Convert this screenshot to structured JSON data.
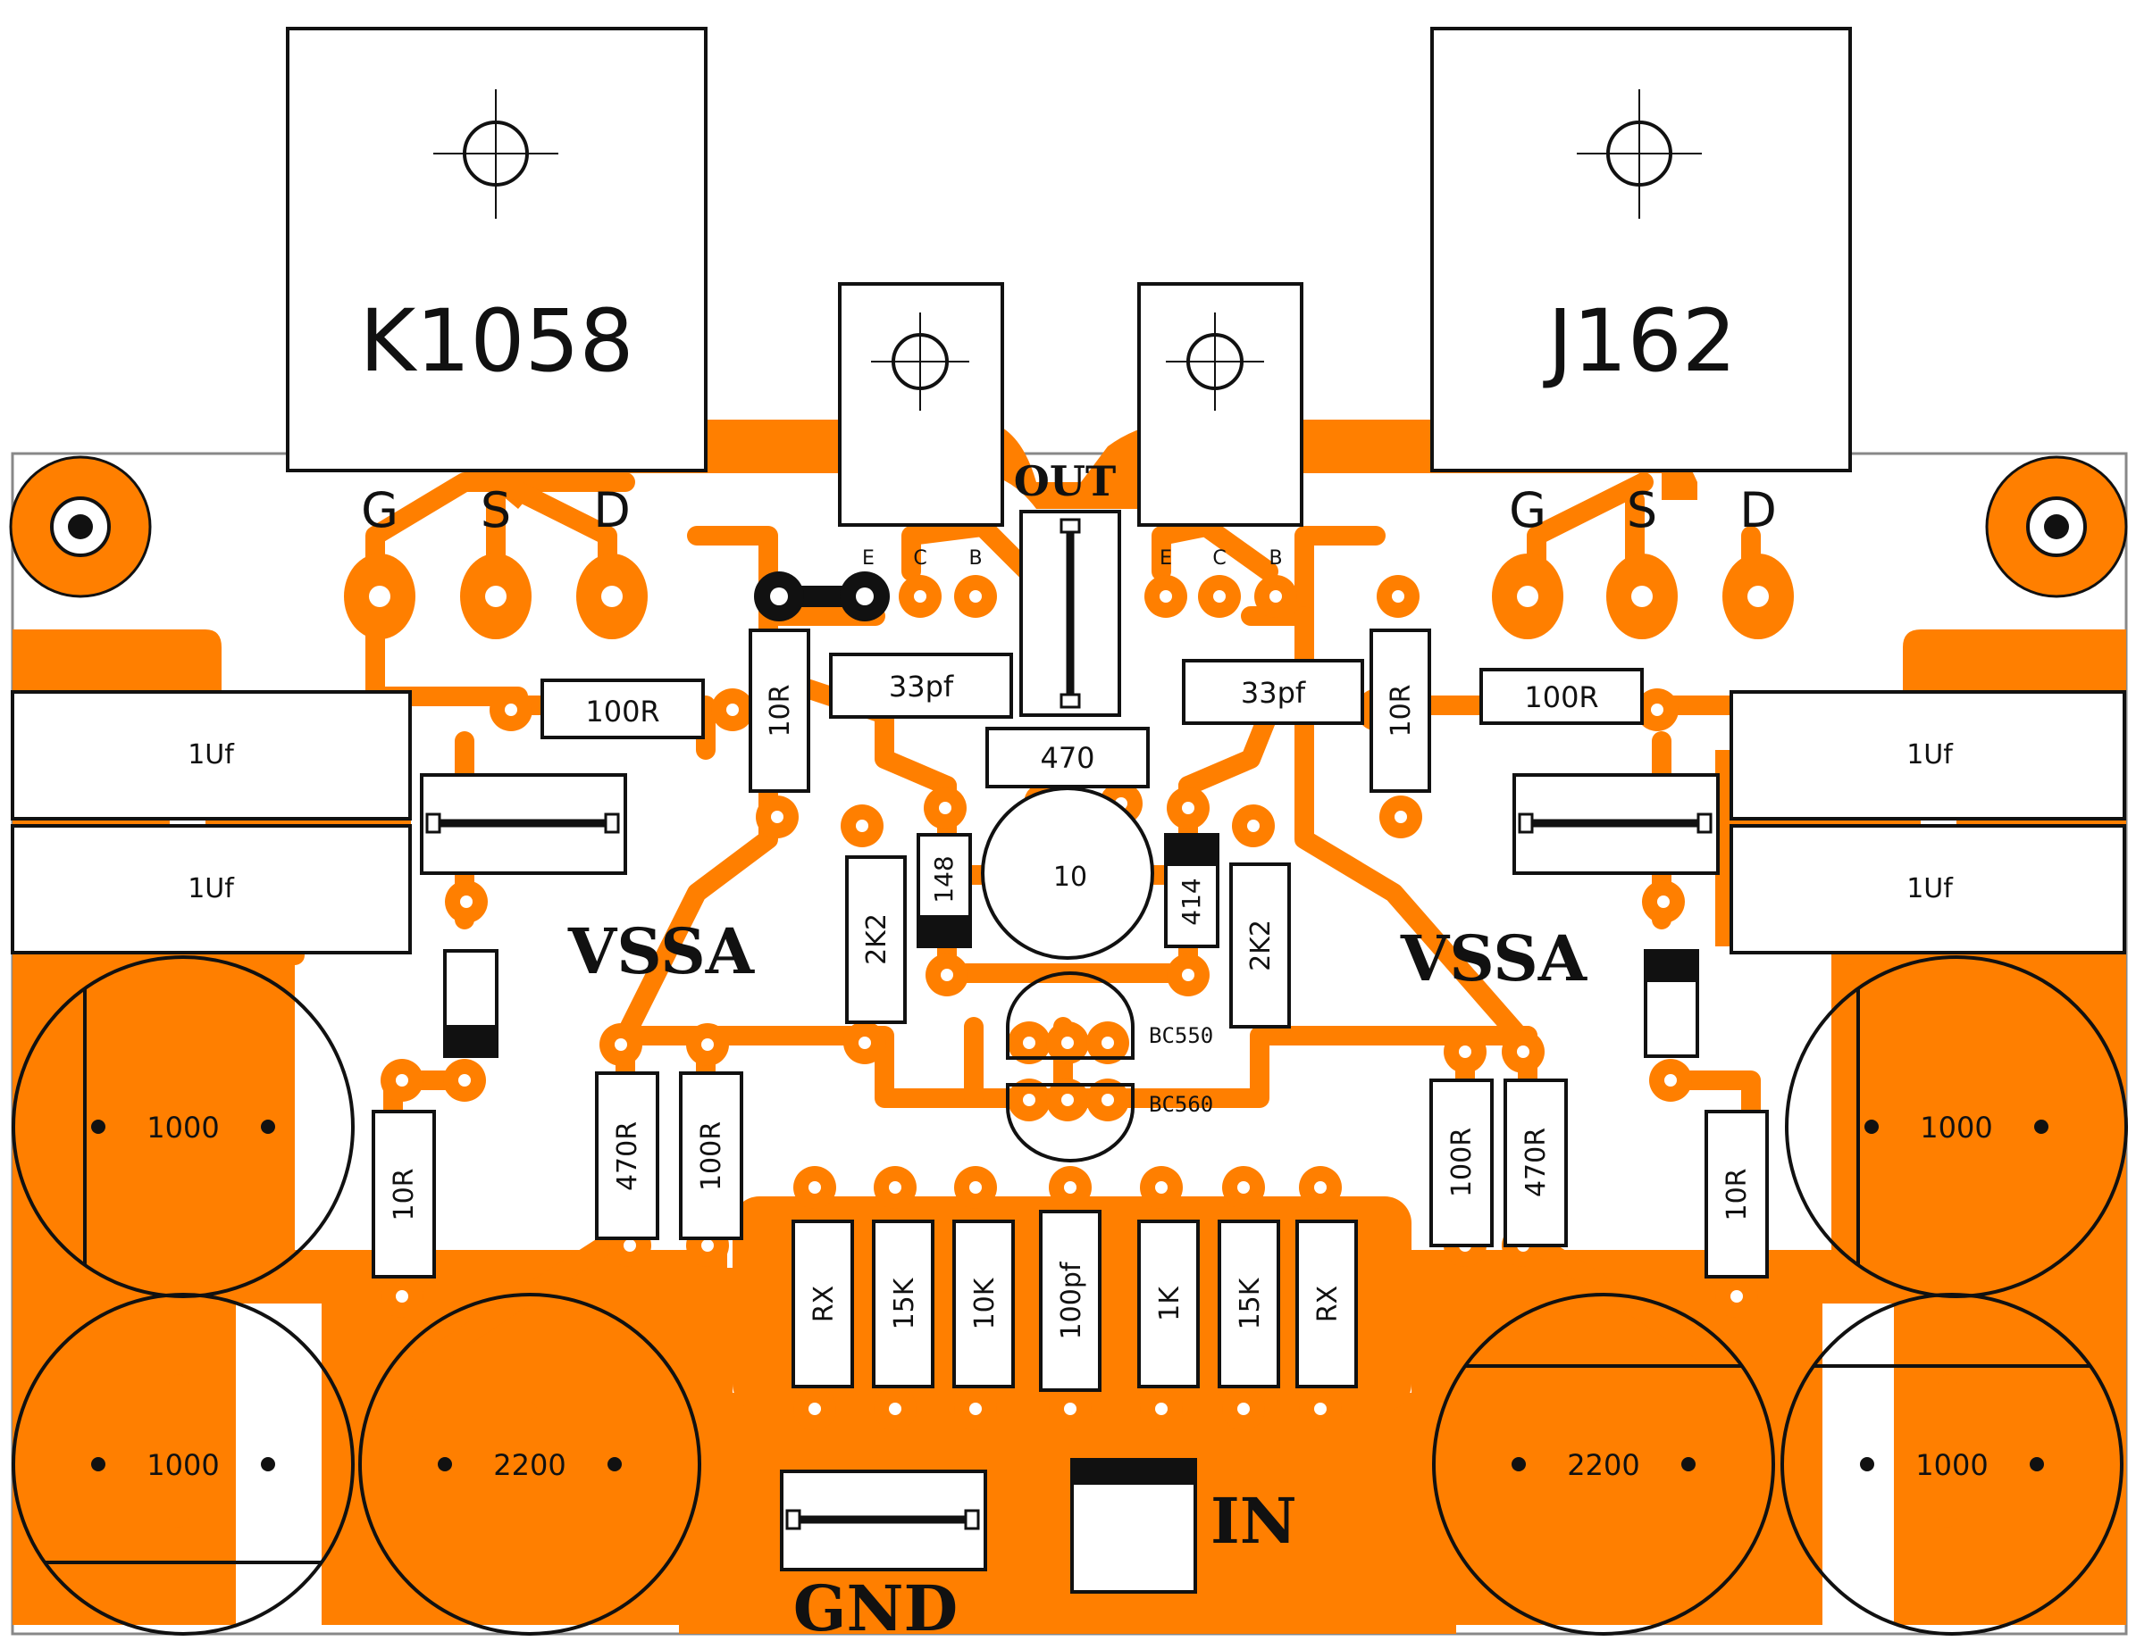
{
  "colors": {
    "copper": "#ff7f00",
    "board": "#ffffff",
    "silk": "#111111"
  },
  "mosfets": [
    {
      "part": "K1058",
      "pins": [
        "G",
        "S",
        "D"
      ]
    },
    {
      "part": "J162",
      "pins": [
        "G",
        "S",
        "D"
      ]
    }
  ],
  "transistor_pins": [
    {
      "pins": [
        "E",
        "C",
        "B"
      ]
    },
    {
      "pins": [
        "E",
        "C",
        "B"
      ]
    }
  ],
  "labels": {
    "out": "OUT",
    "gnd": "GND",
    "in": "IN",
    "brand_left": "VSSA",
    "brand_right": "VSSA",
    "q_upper": "BC550",
    "q_lower": "BC560"
  },
  "components": {
    "r_gate_left": "100R",
    "r_gate_right": "100R",
    "r_10_left_top": "10R",
    "r_10_right_top": "10R",
    "c_33_left": "33pf",
    "c_33_right": "33pf",
    "r_470_top": "470",
    "trim_10": "10",
    "d_148": "148",
    "d_414": "414",
    "r_2k2_left": "2K2",
    "r_2k2_right": "2K2",
    "c_1uf": [
      "1Uf",
      "1Uf",
      "1Uf",
      "1Uf"
    ],
    "r_470r_left": "470R",
    "r_100r_left": "100R",
    "r_100r_right": "100R",
    "r_470r_right": "470R",
    "r_10r_left": "10R",
    "r_10r_right": "10R",
    "bottom_row": [
      "RX",
      "15K",
      "10K",
      "100pf",
      "1K",
      "15K",
      "RX"
    ],
    "caps": [
      "1000",
      "1000",
      "2200",
      "2200",
      "1000",
      "1000"
    ]
  }
}
